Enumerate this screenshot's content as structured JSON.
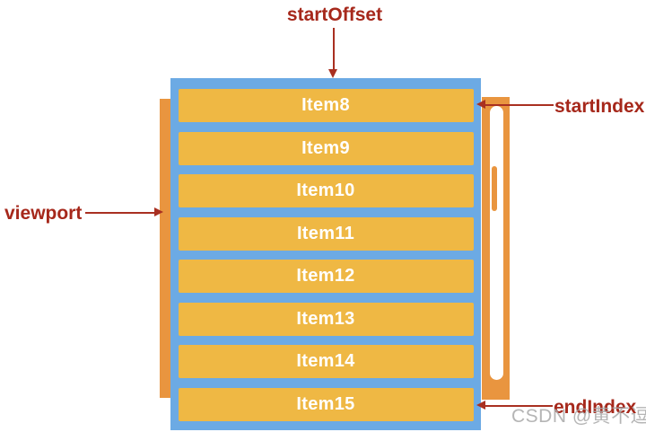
{
  "diagram": {
    "title_context": "virtual-list-structure",
    "labels": {
      "start_offset": "startOffset",
      "start_index": "startIndex",
      "viewport": "viewport",
      "end_index": "endIndex"
    },
    "items": [
      "Item8",
      "Item9",
      "Item10",
      "Item11",
      "Item12",
      "Item13",
      "Item14",
      "Item15"
    ],
    "watermark": "CSDN @黄不逗",
    "colors": {
      "viewport_blue": "#6CAAE4",
      "item_yellow": "#EFB844",
      "list_orange": "#E9953F",
      "annotation_red": "#A6281B",
      "arrow_red": "#A93021",
      "item_text": "#FFFFFF",
      "watermark_gray": "#A8A8A8"
    }
  }
}
